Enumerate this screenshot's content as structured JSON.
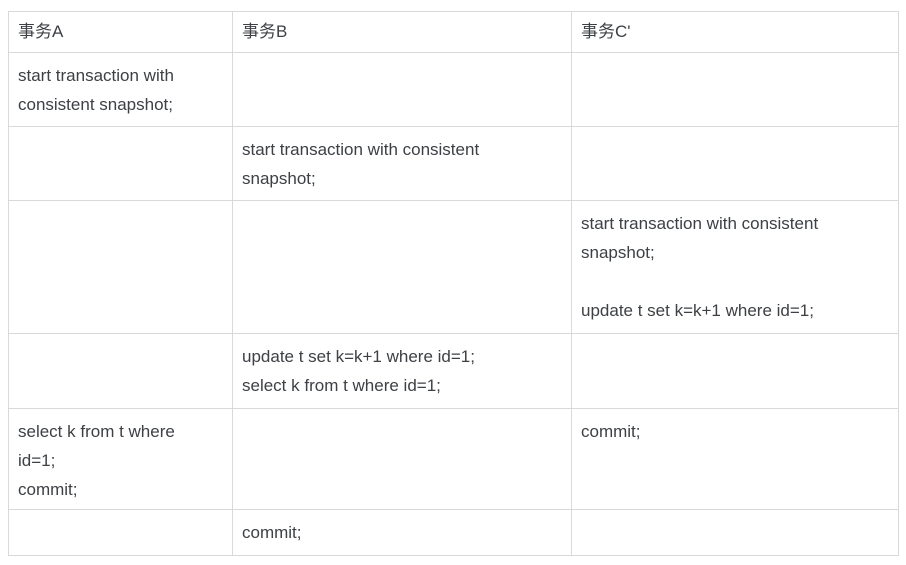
{
  "colors": {
    "background": "#ffffff",
    "border": "#d9d9d9",
    "text": "#3d4044"
  },
  "table": {
    "headers": [
      "事务A",
      "事务B",
      "事务C'"
    ],
    "rows": [
      {
        "cells": [
          [
            "start transaction with",
            "consistent snapshot;"
          ],
          [],
          []
        ]
      },
      {
        "cells": [
          [],
          [
            "start transaction with consistent",
            "snapshot;"
          ],
          []
        ]
      },
      {
        "cells": [
          [],
          [],
          [
            "start transaction with consistent",
            "snapshot;",
            "",
            "update t set k=k+1 where id=1;"
          ]
        ]
      },
      {
        "cells": [
          [],
          [
            "update t set k=k+1 where id=1;",
            "select k from t where id=1;"
          ],
          []
        ]
      },
      {
        "cells": [
          [
            "select k from t where",
            "id=1;",
            "commit;"
          ],
          [],
          [
            "commit;"
          ]
        ]
      },
      {
        "cells": [
          [],
          [
            "commit;"
          ],
          []
        ]
      }
    ]
  }
}
